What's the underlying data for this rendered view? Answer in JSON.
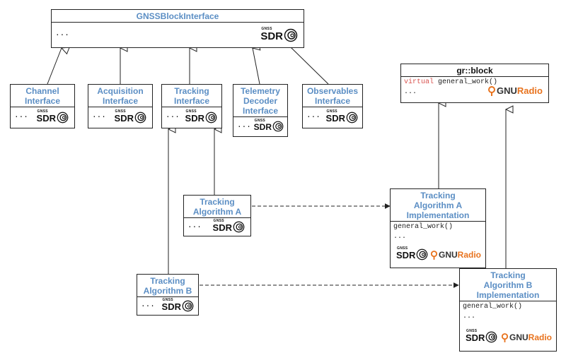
{
  "boxes": {
    "gnss_block_interface": {
      "title": "GNSSBlockInterface",
      "body": "..."
    },
    "channel_interface": {
      "title_1": "Channel",
      "title_2": "Interface",
      "body": "..."
    },
    "acquisition_interface": {
      "title_1": "Acquisition",
      "title_2": "Interface",
      "body": "..."
    },
    "tracking_interface": {
      "title_1": "Tracking",
      "title_2": "Interface",
      "body": "..."
    },
    "telemetry_decoder_interface": {
      "title_1": "Telemetry",
      "title_2": "Decoder",
      "title_3": "Interface",
      "body": "..."
    },
    "observables_interface": {
      "title_1": "Observables",
      "title_2": "Interface",
      "body": "..."
    },
    "gr_block": {
      "title": "gr::block",
      "keyword": "virtual",
      "method": " general_work()",
      "body": "..."
    },
    "tracking_algorithm_a": {
      "title_1": "Tracking",
      "title_2": "Algorithm A",
      "body": "..."
    },
    "tracking_algorithm_b": {
      "title_1": "Tracking",
      "title_2": "Algorithm B",
      "body": "..."
    },
    "tracking_algorithm_a_impl": {
      "title_1": "Tracking",
      "title_2": "Algorithm A",
      "title_3": "Implementation",
      "method": "general_work()",
      "body": "..."
    },
    "tracking_algorithm_b_impl": {
      "title_1": "Tracking",
      "title_2": "Algorithm B",
      "title_3": "Implementation",
      "method": "general_work()",
      "body": "..."
    }
  },
  "logos": {
    "gnss_sdr": {
      "small": "GNSS",
      "main": "SDR"
    },
    "gnu_radio": {
      "gnu": "GNU",
      "radio": "Radio"
    }
  },
  "colors": {
    "title_blue": "#5b8ec4",
    "keyword_red": "#d9534f",
    "gnu_orange": "#e8731e"
  }
}
